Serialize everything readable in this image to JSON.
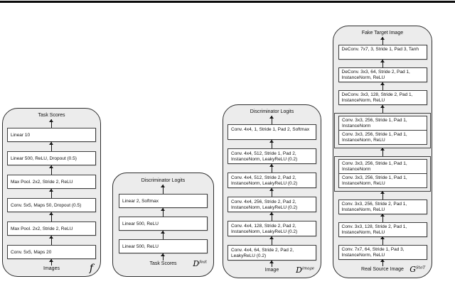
{
  "page": {
    "top_bar_color": "#0a0a0a",
    "panel_fill": "#ececec",
    "box_fill": "#ffffff",
    "line_color": "#161616"
  },
  "panels": [
    {
      "name": "task-network",
      "top_label": "Task Scores",
      "bottom_label": "Images",
      "symbol": "f",
      "symbol_sup": "",
      "layers": [
        "Linear 10",
        "Linear 500, ReLU, Dropout (0.5)",
        "Max Pool. 2x2, Stride 2, ReLU",
        "Conv. 5x5, Maps 50, Dropout (0.5)",
        "Max Pool. 2x2, Stride 2, ReLU",
        "Conv. 5x5, Maps 20"
      ]
    },
    {
      "name": "feature-discriminator",
      "top_label": "Discriminator Logits",
      "bottom_label": "Task Scores",
      "symbol": "D",
      "symbol_sup": "feat",
      "layers": [
        "Linear 2, Softmax",
        "Linear 500, ReLU",
        "Linear 500, ReLU"
      ]
    },
    {
      "name": "image-discriminator",
      "top_label": "Discriminator Logits",
      "bottom_label": "Image",
      "symbol": "D",
      "symbol_sup": "image",
      "layers": [
        "Conv. 4x4, 1, Stride 1, Pad 2, Softmax",
        "Conv. 4x4, 512, Stride 1, Pad 2, InstanceNorm, LeakyReLU (0.2)",
        "Conv. 4x4, 512, Stride 2, Pad 2, InstanceNorm, LeakyReLU (0.2)",
        "Conv. 4x4, 256, Stride 2, Pad 2, InstanceNorm, LeakyReLU (0.2)",
        "Conv. 4x4, 128, Stride 2, Pad 2, InstanceNorm, LeakyReLU (0.2)",
        "Conv. 4x4, 64, Stride 2, Pad 2, LeakyReLU (0.2)"
      ]
    },
    {
      "name": "generator",
      "top_label": "Fake Target Image",
      "bottom_label": "Real Source Image",
      "symbol": "G",
      "symbol_sup": "StoT",
      "layers_top": [
        "DeConv. 7x7, 3, Stride 1, Pad 3, Tanh",
        "DeConv. 3x3, 64, Stride 2, Pad 1, InstanceNorm, ReLU",
        "DeConv. 3x3, 128, Stride 2, Pad 1, InstanceNorm, ReLU"
      ],
      "residual_blocks": [
        [
          "Conv. 3x3, 256, Stride 1, Pad 1, InstanceNorm",
          "Conv. 3x3, 256, Stride 1, Pad 1, InstanceNorm, ReLU"
        ],
        [
          "Conv. 3x3, 256, Stride 1, Pad 1, InstanceNorm",
          "Conv. 3x3, 256, Stride 1, Pad 1, InstanceNorm, ReLU"
        ]
      ],
      "layers_bottom": [
        "Conv. 3x3, 256, Stride 2, Pad 1, InstanceNorm, ReLU",
        "Conv. 3x3, 128, Stride 2, Pad 1, InstanceNorm, ReLU",
        "Conv. 7x7, 64, Stride 1, Pad 3, InstanceNorm, ReLU"
      ]
    }
  ]
}
